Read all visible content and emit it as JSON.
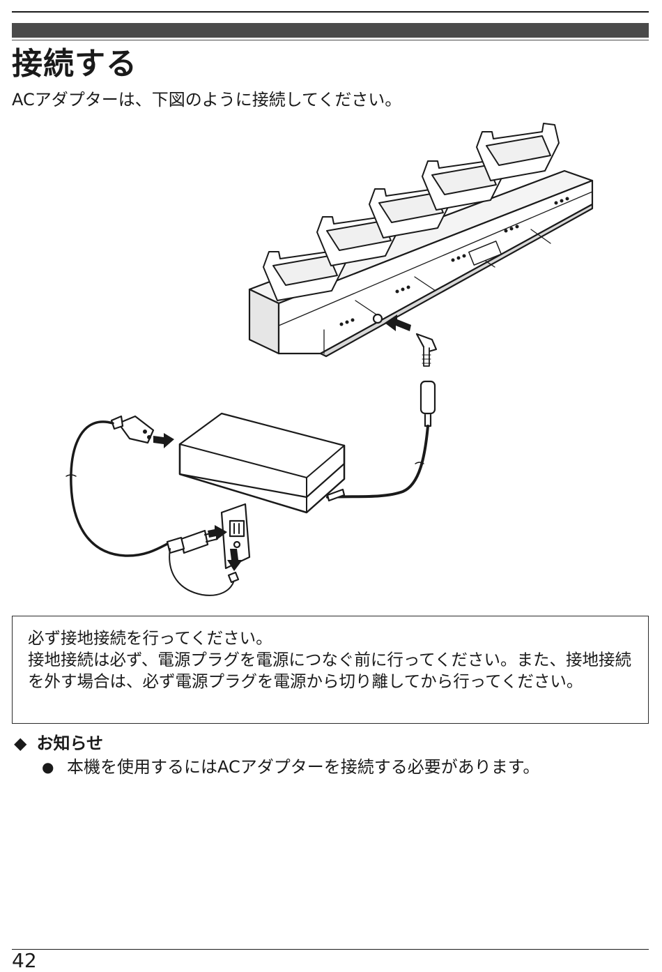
{
  "title": "接続する",
  "intro": "ACアダプターは、下図のように接続してください。",
  "notice": {
    "line1": "必ず接地接続を行ってください。",
    "line2": "接地接続は必ず、電源プラグを電源につなぐ前に行ってください。また、接地接続を外す場合は、必ず電源プラグを電源から切り離してから行ってください。"
  },
  "info": {
    "heading": "お知らせ",
    "bullets": [
      "本機を使用するにはACアダプターを接続する必要があります。"
    ]
  },
  "page_number": "42",
  "icons": {
    "heading_marker": "diamond-icon",
    "bullet_marker": "bullet-icon"
  },
  "colors": {
    "section_bar": "#4a4a4a",
    "text": "#1a1a1a"
  }
}
